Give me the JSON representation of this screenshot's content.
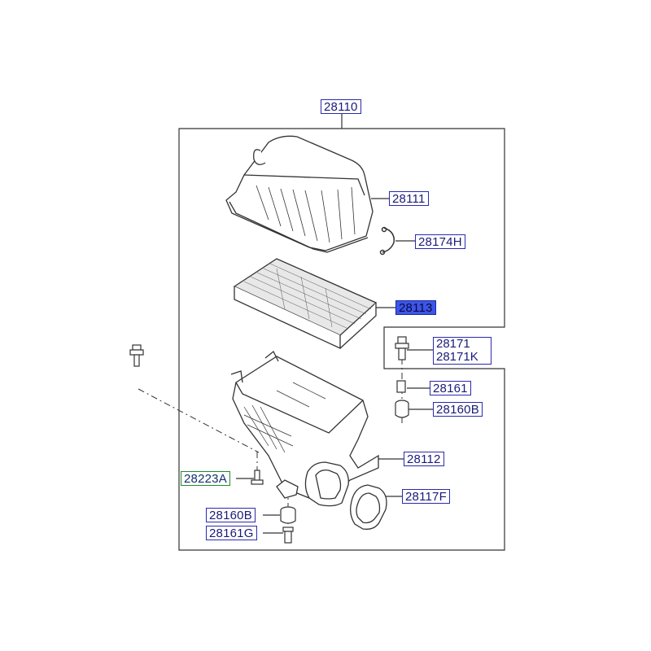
{
  "labels": {
    "assembly": "28110",
    "cover": "28111",
    "clip": "28174H",
    "filter": "28113",
    "bolt_a": "28171",
    "bolt_b": "28171K",
    "collar_right": "28161",
    "grommet_right": "28160B",
    "body": "28112",
    "screw": "28223A",
    "duct": "28117F",
    "grommet_bottom": "28160B",
    "collar_bottom": "28161G"
  },
  "colors": {
    "label_text": "#1a1a7a",
    "label_border": "#2a2ab0",
    "highlight_fill": "#3d55e8",
    "green_border": "#1e8c2e",
    "line": "#333333"
  }
}
